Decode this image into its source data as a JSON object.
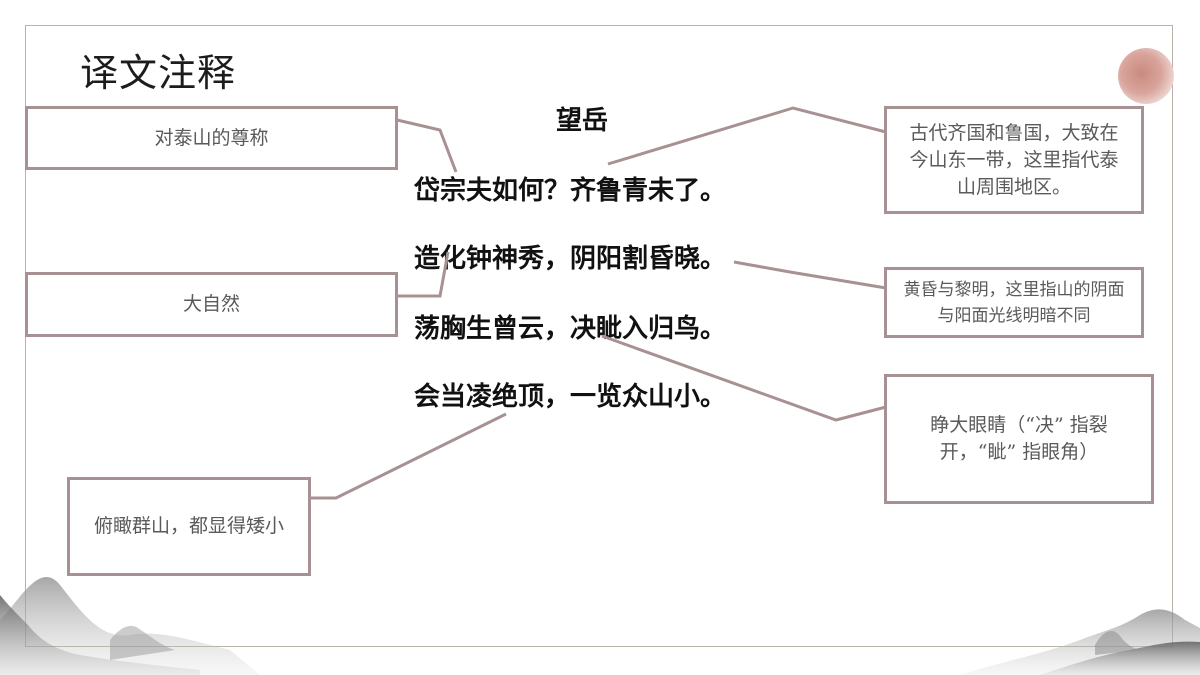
{
  "slide": {
    "title": "译文注释",
    "poem_title": "望岳",
    "poem_lines": [
      "岱宗夫如何？齐鲁青未了。",
      "造化钟神秀，阴阳割昏晓。",
      "荡胸生曾云，决眦入归鸟。",
      "会当凌绝顶，一览众山小。"
    ],
    "notes": {
      "daizong": "对泰山的尊称",
      "qilu": "古代齐国和鲁国，大致在今山东一带，这里指代泰山周围地区。",
      "zaohua": "大自然",
      "yinyang": "黄昏与黎明，这里指山的阴面与阳面光线明暗不同",
      "jueci": "睁大眼睛（“决” 指裂开，“眦” 指眼角）",
      "lanxiao": "俯瞰群山，都显得矮小"
    }
  },
  "colors": {
    "connector": "#a89192",
    "frame": "#b9b2a6",
    "sun": "#c98a80"
  }
}
